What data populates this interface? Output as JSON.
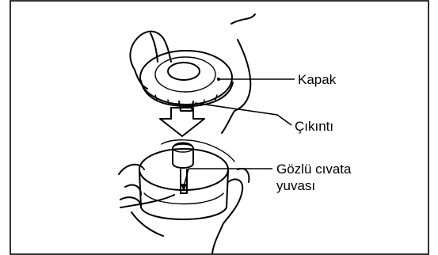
{
  "labels": {
    "cover": "Kapak",
    "protrusion": "Çıkıntı",
    "eyebolt_line1": "Gözlü cıvata",
    "eyebolt_line2": "yuvası"
  },
  "colors": {
    "ink": "#000000",
    "background": "#ffffff"
  }
}
